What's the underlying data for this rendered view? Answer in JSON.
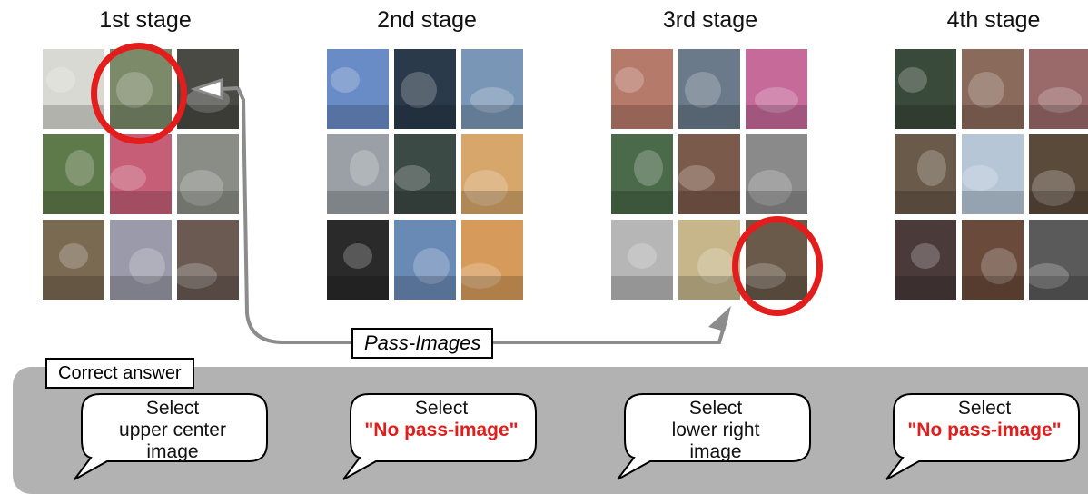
{
  "stages": [
    {
      "title": "1st stage",
      "answer": "Select upper center image",
      "answer_lines": [
        "Select",
        "upper center",
        "image"
      ],
      "answer_red": ""
    },
    {
      "title": "2nd stage",
      "answer": "Select \"No pass-image\"",
      "answer_lines": [
        "Select"
      ],
      "answer_red": "\"No pass-image\""
    },
    {
      "title": "3rd stage",
      "answer": "Select lower right image",
      "answer_lines": [
        "Select",
        "lower right",
        "image"
      ],
      "answer_red": ""
    },
    {
      "title": "4th stage",
      "answer": "Select \"No pass-image\"",
      "answer_lines": [
        "Select"
      ],
      "answer_red": "\"No pass-image\""
    }
  ],
  "pass_images_label": "Pass-Images",
  "correct_answer_label": "Correct answer",
  "colors": {
    "highlight": "#e31c1c",
    "panel": "#b2b2b2",
    "arrow": "#8c8c8c"
  },
  "highlighted": [
    {
      "stage": 1,
      "position": "upper center"
    },
    {
      "stage": 3,
      "position": "lower right"
    }
  ],
  "thumbnails": [
    [
      "#d9d9d3",
      "#7c8a6a",
      "#4a4a44",
      "#5f7a4a",
      "#c65e78",
      "#8a8d86",
      "#7a6a52",
      "#9a9aaa",
      "#6a5a52"
    ],
    [
      "#6a8cc6",
      "#2a3a4a",
      "#7a96b6",
      "#9aa0a6",
      "#3c4a46",
      "#d6a66a",
      "#2a2a2a",
      "#6a8ab6",
      "#d69a5a"
    ],
    [
      "#b67a6a",
      "#6a7a8a",
      "#c66a9a",
      "#4a6a4a",
      "#7a5a4a",
      "#8a8a8a",
      "#b6b6b6",
      "#c6b68a",
      "#6a5a4a"
    ],
    [
      "#3a4a3a",
      "#8a6a5a",
      "#9a6a6a",
      "#6a5a4a",
      "#b6c6d6",
      "#5a4a3a",
      "#4a3a3a",
      "#6a4a3a",
      "#5a5a5a"
    ]
  ]
}
